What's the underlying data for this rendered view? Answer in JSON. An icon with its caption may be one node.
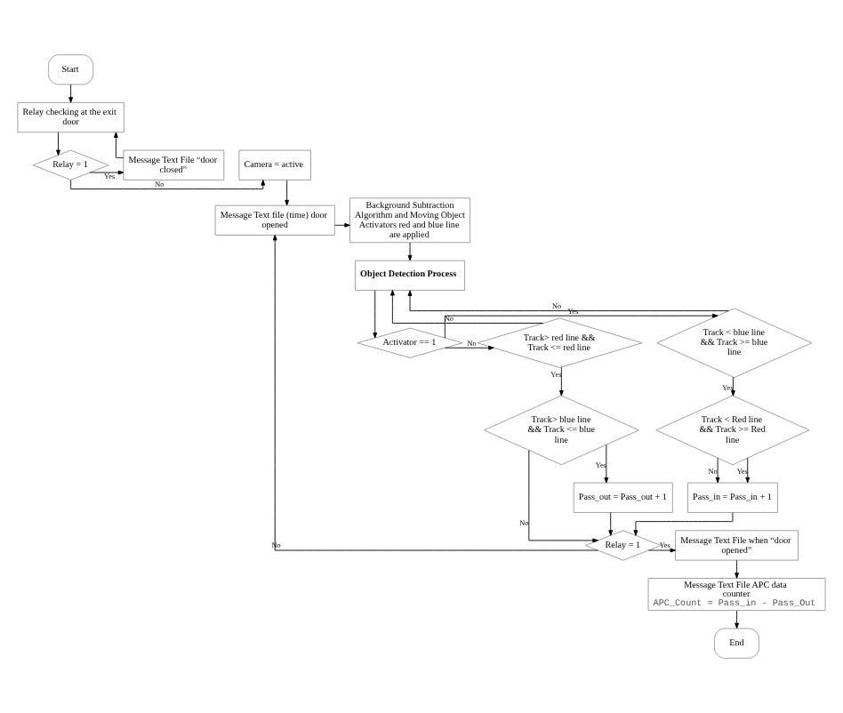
{
  "diagram": {
    "nodes": [
      {
        "text": [
          "Start"
        ]
      },
      {
        "text": [
          "Relay checking at the exit door"
        ]
      },
      {
        "text": [
          "Relay = 1"
        ]
      },
      {
        "text": [
          "Camera = active"
        ]
      },
      {
        "text": [
          "Message Text File “door closed”"
        ]
      },
      {
        "text": [
          "Message Text file (time) door opened"
        ]
      },
      {
        "text": [
          "Background Subtraction Algorithm and Moving Object Activators red and blue line are applied"
        ]
      },
      {
        "text": [
          "Object Detection Process"
        ]
      },
      {
        "text": [
          "Track> red line && Track <= red line"
        ]
      },
      {
        "text": [
          "Activator == 1"
        ]
      },
      {
        "text": [
          "Track < blue line && Track >= blue line"
        ]
      },
      {
        "text": [
          "Track> blue line && Track <= blue line"
        ]
      },
      {
        "text": [
          "Track < Red line && Track >= Red line"
        ]
      },
      {
        "text": [
          "Pass_out = Pass_out + 1"
        ]
      },
      {
        "text": [
          "Pass_in = Pass_in + 1"
        ]
      },
      {
        "text": [
          "Relay = 1"
        ]
      },
      {
        "text": [
          "Message Text File when “door opened”"
        ]
      },
      {
        "text": [
          "Message Text File APC data counter",
          "APC_Count = Pass_in - Pass_Out"
        ]
      },
      {
        "text": [
          "End"
        ]
      }
    ],
    "edges": [
      {
        "from": 0,
        "to": 1,
        "arrow": "to"
      },
      {
        "from": 1,
        "to": 2,
        "arrow": "to"
      },
      {
        "from": 2,
        "to": 3,
        "arrow": "to",
        "label": "No"
      },
      {
        "from": 2,
        "to": 4,
        "arrow": "to",
        "label": "Yes"
      },
      {
        "from": 4,
        "to": 1,
        "arrow": "to"
      },
      {
        "from": 3,
        "to": 5,
        "arrow": "to"
      },
      {
        "from": 5,
        "to": 6,
        "arrow": "to"
      },
      {
        "from": 6,
        "to": 7,
        "arrow": "to"
      },
      {
        "from": 8,
        "to": 7,
        "arrow": "to",
        "label": "No"
      },
      {
        "from": 10,
        "to": 7,
        "arrow": "to",
        "label": "No"
      },
      {
        "from": 7,
        "to": 9,
        "arrow": "to"
      },
      {
        "from": 9,
        "to": 8,
        "arrow": "to",
        "label": "No"
      },
      {
        "from": 9,
        "to": 10,
        "arrow": "to",
        "label": "Yes"
      },
      {
        "from": 8,
        "to": 11,
        "arrow": "to",
        "label": "Yes"
      },
      {
        "from": 10,
        "to": 12,
        "arrow": "to",
        "label": "Yes"
      },
      {
        "from": 12,
        "to": 14,
        "arrow": "to",
        "label": "No"
      },
      {
        "from": 11,
        "to": 13,
        "arrow": "to",
        "label": "Yes"
      },
      {
        "from": 12,
        "to": 14,
        "arrow": "to",
        "label": "Yes"
      },
      {
        "from": 11,
        "to": 15,
        "arrow": "to",
        "label": "No"
      },
      {
        "from": 13,
        "to": 15,
        "arrow": "to"
      },
      {
        "from": 14,
        "to": 15,
        "arrow": "to"
      },
      {
        "from": 15,
        "to": 16,
        "arrow": "to",
        "label": "Yes"
      },
      {
        "from": 15,
        "to": 5,
        "arrow": "to",
        "label": "No"
      },
      {
        "from": 16,
        "to": 17,
        "arrow": "to"
      },
      {
        "from": 17,
        "to": 18,
        "arrow": "to"
      }
    ]
  }
}
